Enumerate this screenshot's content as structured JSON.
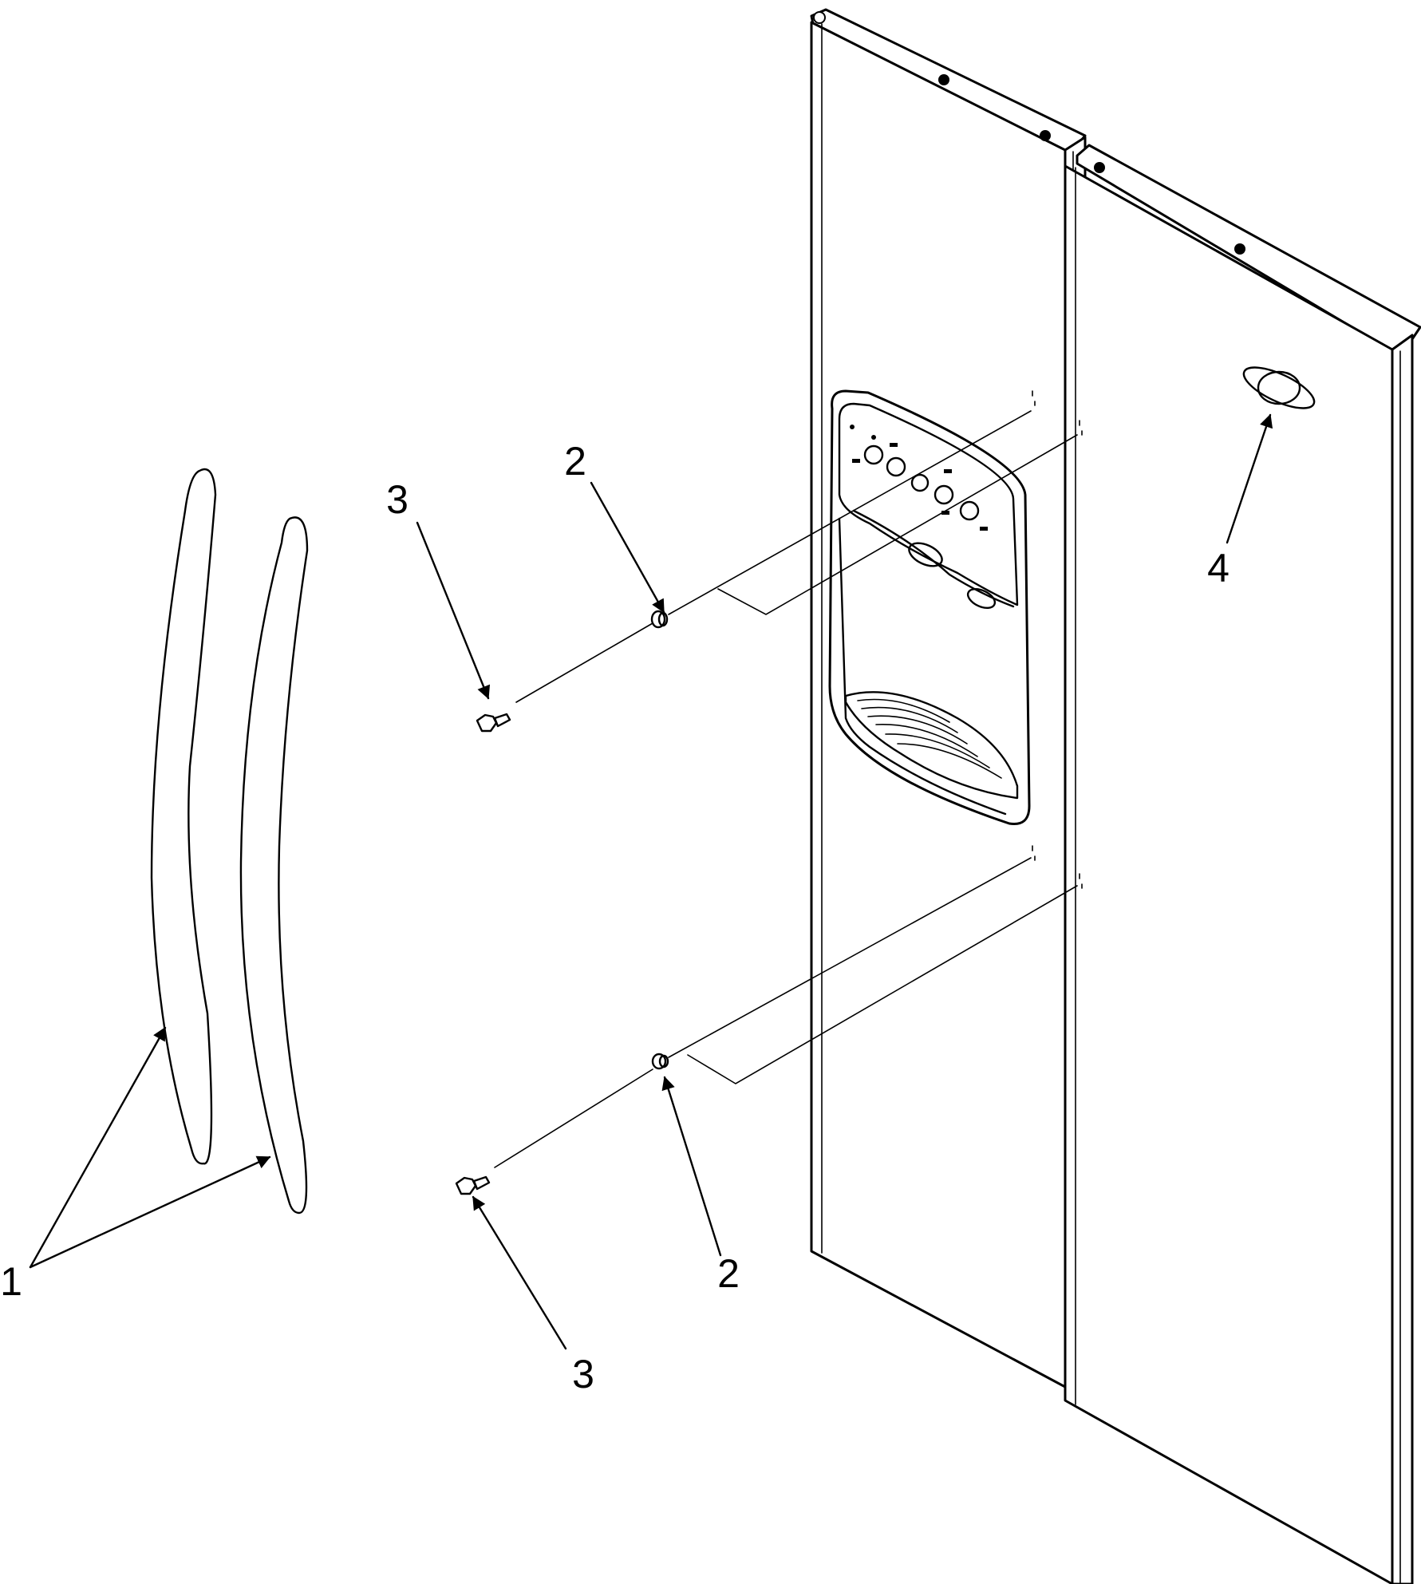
{
  "diagram": {
    "callouts": [
      {
        "id": "1",
        "label": "1"
      },
      {
        "id": "2a",
        "label": "2"
      },
      {
        "id": "2b",
        "label": "2"
      },
      {
        "id": "3a",
        "label": "3"
      },
      {
        "id": "3b",
        "label": "3"
      },
      {
        "id": "4",
        "label": "4"
      }
    ]
  }
}
